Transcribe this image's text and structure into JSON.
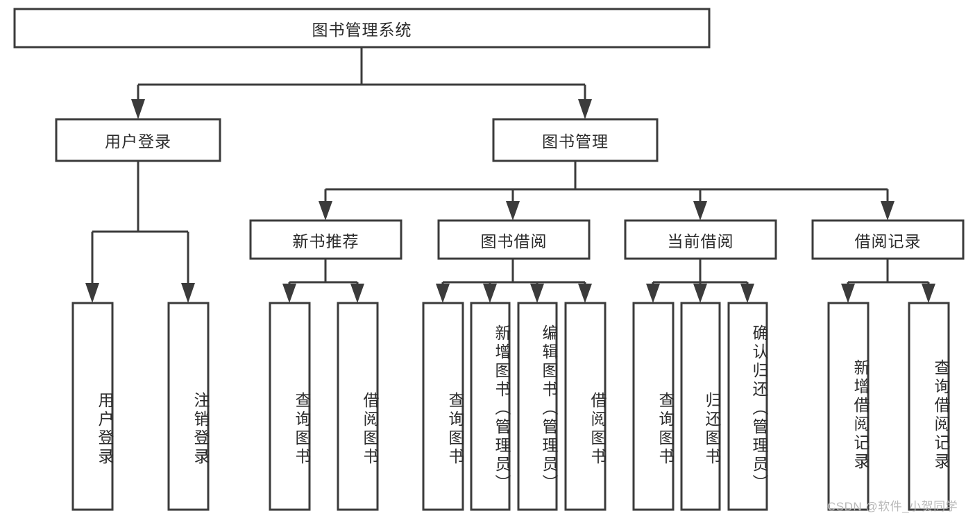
{
  "diagram": {
    "type": "tree-hierarchy-diagram",
    "title": "图书管理系统",
    "orientation": "top-down",
    "colors": {
      "box_stroke": "#3b3b3b",
      "box_fill": "#ffffff",
      "text": "#2b2b2b",
      "connector": "#3b3b3b",
      "background": "#ffffff",
      "watermark": "#b9b9b9"
    },
    "nodes": {
      "root": {
        "label": "图书管理系统",
        "level": 0,
        "orientation": "horizontal"
      },
      "level1": [
        {
          "id": "user-login",
          "label": "用户登录",
          "orientation": "horizontal"
        },
        {
          "id": "book-management",
          "label": "图书管理",
          "orientation": "horizontal"
        }
      ],
      "level2": [
        {
          "id": "new-book-recommend",
          "label": "新书推荐",
          "orientation": "horizontal"
        },
        {
          "id": "book-borrow",
          "label": "图书借阅",
          "orientation": "horizontal"
        },
        {
          "id": "current-borrow",
          "label": "当前借阅",
          "orientation": "horizontal"
        },
        {
          "id": "borrow-record",
          "label": "借阅记录",
          "orientation": "horizontal"
        }
      ],
      "leaves": [
        {
          "id": "leaf-user-login",
          "label": "用户登录",
          "parent": "user-login",
          "orientation": "vertical"
        },
        {
          "id": "leaf-user-logout",
          "label": "注销登录",
          "parent": "user-login",
          "orientation": "vertical"
        },
        {
          "id": "leaf-query-book-1",
          "label": "查询图书",
          "parent": "new-book-recommend",
          "orientation": "vertical"
        },
        {
          "id": "leaf-borrow-book-1",
          "label": "借阅图书",
          "parent": "new-book-recommend",
          "orientation": "vertical"
        },
        {
          "id": "leaf-query-book-2",
          "label": "查询图书",
          "parent": "book-borrow",
          "orientation": "vertical"
        },
        {
          "id": "leaf-add-book",
          "label": "新增图书（管理员）",
          "parent": "book-borrow",
          "orientation": "vertical"
        },
        {
          "id": "leaf-edit-book",
          "label": "编辑图书（管理员）",
          "parent": "book-borrow",
          "orientation": "vertical"
        },
        {
          "id": "leaf-borrow-book-2",
          "label": "借阅图书",
          "parent": "book-borrow",
          "orientation": "vertical"
        },
        {
          "id": "leaf-query-book-3",
          "label": "查询图书",
          "parent": "current-borrow",
          "orientation": "vertical"
        },
        {
          "id": "leaf-return-book",
          "label": "归还图书",
          "parent": "current-borrow",
          "orientation": "vertical"
        },
        {
          "id": "leaf-confirm-return",
          "label": "确认归还（管理员）",
          "parent": "current-borrow",
          "orientation": "vertical"
        },
        {
          "id": "leaf-add-record",
          "label": "新增借阅记录",
          "parent": "borrow-record",
          "orientation": "vertical"
        },
        {
          "id": "leaf-query-record",
          "label": "查询借阅记录",
          "parent": "borrow-record",
          "orientation": "vertical"
        }
      ]
    },
    "watermark": "CSDN @软件_小贺同学"
  }
}
